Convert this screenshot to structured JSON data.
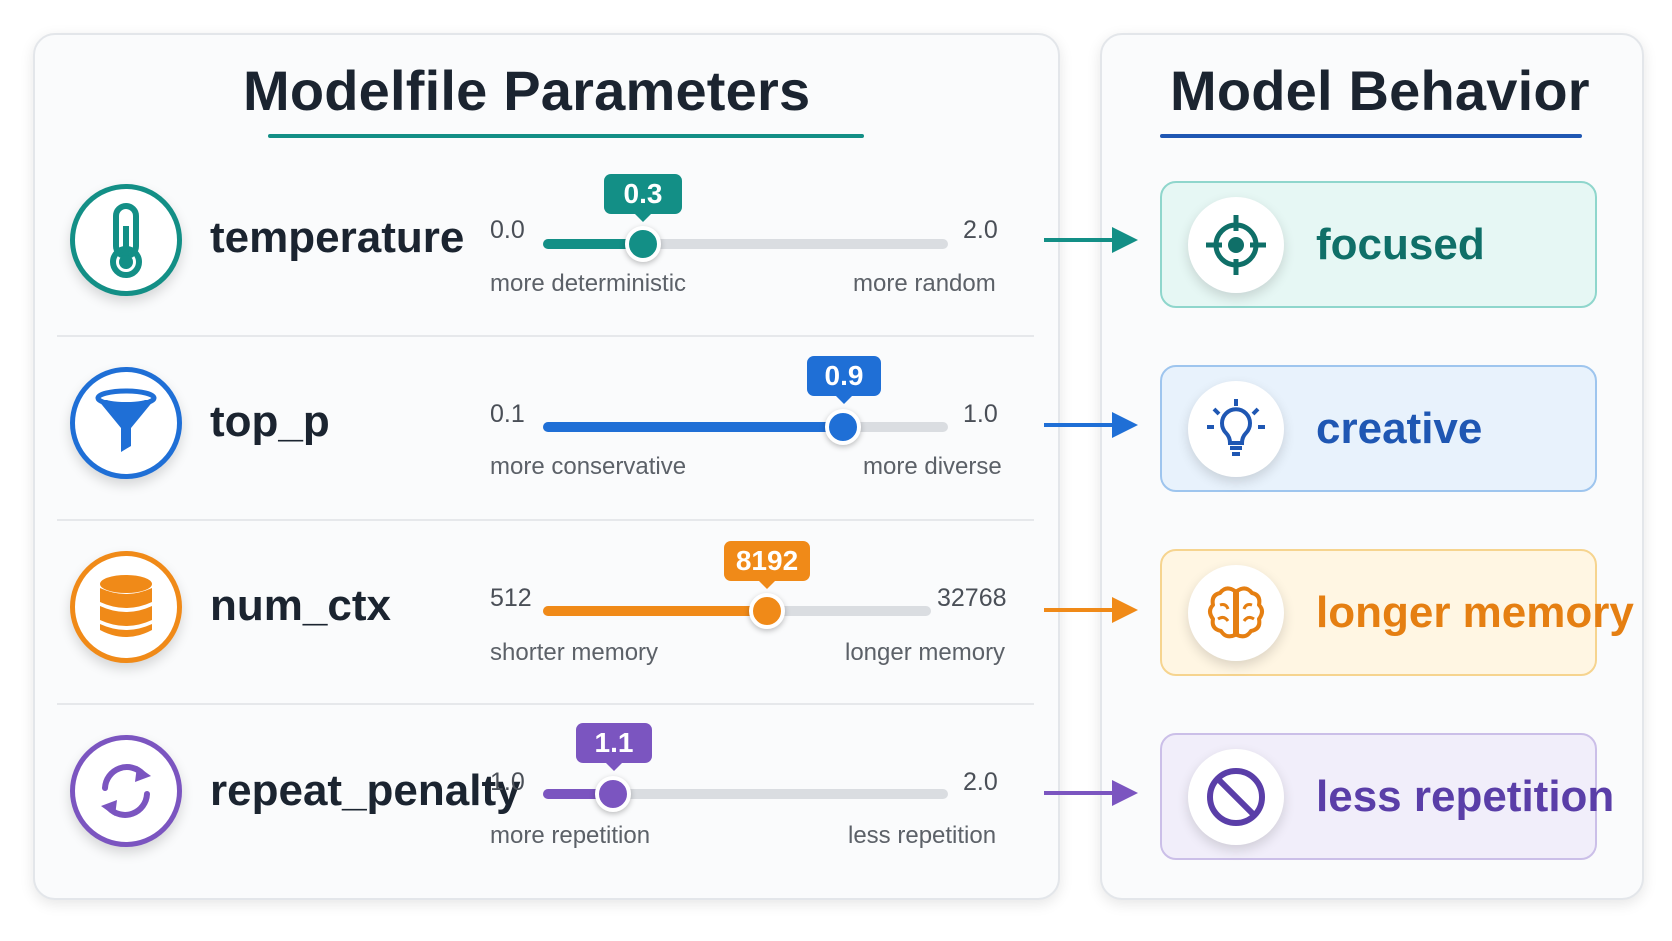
{
  "left_panel": {
    "title": "Modelfile Parameters"
  },
  "right_panel": {
    "title": "Model Behavior"
  },
  "params": [
    {
      "name": "temperature",
      "icon": "thermometer-icon",
      "color": "#138f86",
      "min": "0.0",
      "max": "2.0",
      "value_label": "0.3",
      "min_desc": "more deterministic",
      "max_desc": "more random",
      "fill": 0.25
    },
    {
      "name": "top_p",
      "icon": "funnel-icon",
      "color": "#1f6fd6",
      "min": "0.1",
      "max": "1.0",
      "value_label": "0.9",
      "min_desc": "more conservative",
      "max_desc": "more diverse",
      "fill": 0.75
    },
    {
      "name": "num_ctx",
      "icon": "database-icon",
      "color": "#f08a18",
      "min": "512",
      "max": "32768",
      "value_label": "8192",
      "min_desc": "shorter memory",
      "max_desc": "longer memory",
      "fill": 0.575
    },
    {
      "name": "repeat_penalty",
      "icon": "refresh-icon",
      "color": "#7b55c0",
      "min": "1.0",
      "max": "2.0",
      "value_label": "1.1",
      "min_desc": "more repetition",
      "max_desc": "less repetition",
      "fill": 0.17
    }
  ],
  "behaviors": [
    {
      "label": "focused",
      "icon": "target-icon",
      "color": "#0f6f68",
      "bg": "#e6f7f4",
      "border": "#8fd6cc"
    },
    {
      "label": "creative",
      "icon": "lightbulb-icon",
      "color": "#1f57b3",
      "bg": "#e8f2fc",
      "border": "#9ec5ee"
    },
    {
      "label": "longer memory",
      "icon": "brain-icon",
      "color": "#e57f12",
      "bg": "#fff6e3",
      "border": "#f6d48f"
    },
    {
      "label": "less repetition",
      "icon": "prohibition-icon",
      "color": "#5a3ea8",
      "bg": "#f1eefa",
      "border": "#cbbfe8"
    }
  ]
}
